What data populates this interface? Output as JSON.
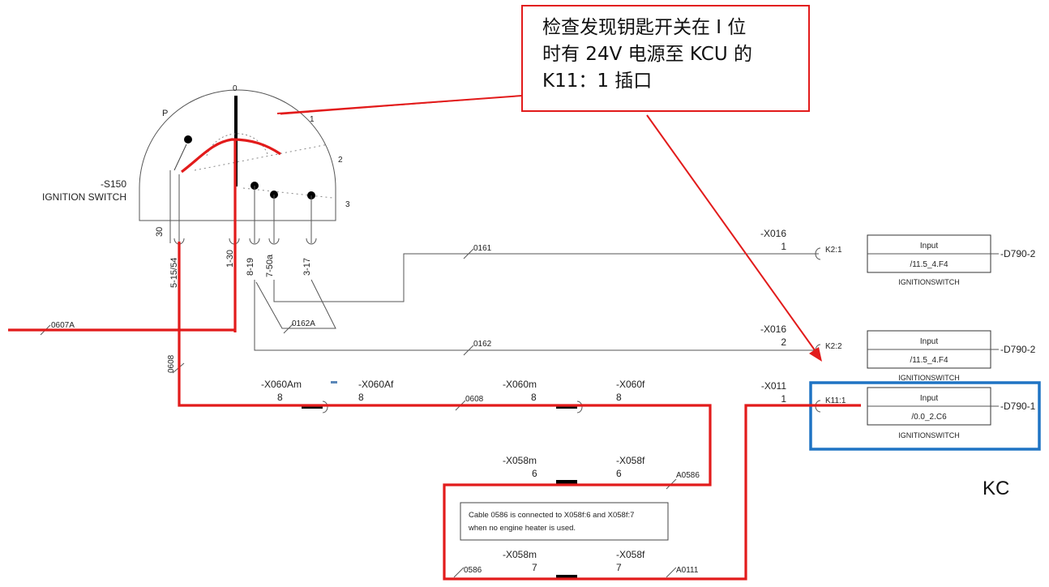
{
  "callout": {
    "line1": "检查发现钥匙开关在 I 位",
    "line2": "时有 24V 电源至 KCU 的",
    "line3": "K11：1 插口"
  },
  "switch": {
    "name": "-S150",
    "title": "IGNITION SWITCH",
    "positions": {
      "p": "P",
      "p0": "0",
      "p1": "1",
      "p2": "2",
      "p3": "3"
    },
    "terminals": [
      "30",
      "5-15/54",
      "1-30",
      "8-19",
      "7-50a",
      "3-17"
    ]
  },
  "wires": {
    "w0607a": "0607A",
    "w0161": "0161",
    "w0162a": "0162A",
    "w0162": "0162",
    "w0608v": "0608",
    "w0608": "0608",
    "wA0586": "A0586",
    "w0586": "0586",
    "wA0111": "A0111"
  },
  "connectors": {
    "x016a": {
      "name": "-X016",
      "pin": "1"
    },
    "x016b": {
      "name": "-X016",
      "pin": "2"
    },
    "x060am": {
      "name": "-X060Am",
      "pin": "8"
    },
    "x060af": {
      "name": "-X060Af",
      "pin": "8"
    },
    "x060m": {
      "name": "-X060m",
      "pin": "8"
    },
    "x060f": {
      "name": "-X060f",
      "pin": "8"
    },
    "x011": {
      "name": "-X011",
      "pin": "1"
    },
    "x058m6": {
      "name": "-X058m",
      "pin": "6"
    },
    "x058f6": {
      "name": "-X058f",
      "pin": "6"
    },
    "x058m7": {
      "name": "-X058m",
      "pin": "7"
    },
    "x058f7": {
      "name": "-X058f",
      "pin": "7"
    }
  },
  "modules": [
    {
      "pin": "K2:1",
      "label": "Input",
      "ref": "/11.5_4.F4",
      "caption": "IGNITIONSWITCH",
      "id": "-D790-2"
    },
    {
      "pin": "K2:2",
      "label": "Input",
      "ref": "/11.5_4.F4",
      "caption": "IGNITIONSWITCH",
      "id": "-D790-2"
    },
    {
      "pin": "K11:1",
      "label": "Input",
      "ref": "/0.0_2.C6",
      "caption": "IGNITIONSWITCH",
      "id": "-D790-1"
    }
  ],
  "note": {
    "line1": "Cable 0586 is connected to X058f:6 and X058f:7",
    "line2": "when no engine heater is used."
  },
  "kc_label": "KC",
  "colors": {
    "highlight_red": "#e21b1b",
    "highlight_blue": "#1f74c4"
  }
}
